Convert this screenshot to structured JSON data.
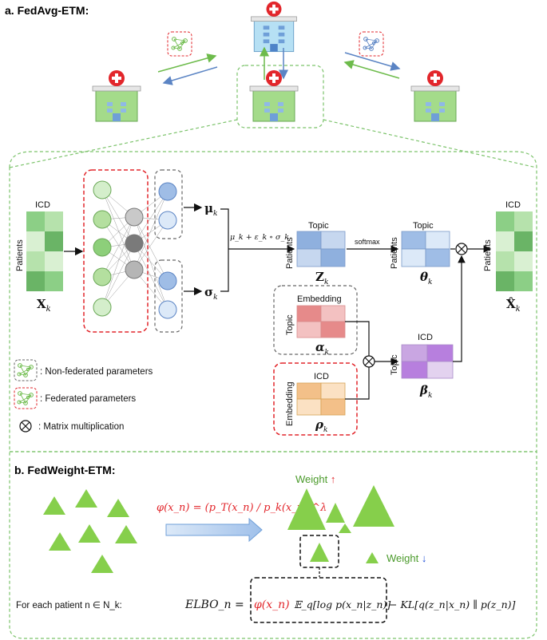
{
  "section_a": {
    "title": "a. FedAvg-ETM:"
  },
  "section_b": {
    "title": "b. FedWeight-ETM:"
  },
  "input_matrix": {
    "col_label": "ICD",
    "row_label": "Patients",
    "symbol": "X",
    "sub": "k"
  },
  "encoder_out": {
    "mu": "μ",
    "sigma": "σ",
    "sub": "k"
  },
  "reparam": "μ_k + ε_k ∘ σ_k",
  "z_matrix": {
    "col_label": "Topic",
    "row_label": "Patients",
    "symbol": "Z",
    "sub": "k"
  },
  "softmax_label": "softmax",
  "theta_matrix": {
    "col_label": "Topic",
    "row_label": "Patients",
    "symbol": "θ",
    "sub": "k"
  },
  "output_matrix": {
    "col_label": "ICD",
    "row_label": "Patients",
    "symbol": "X̂",
    "sub": "k"
  },
  "alpha_matrix": {
    "col_label": "Embedding",
    "row_label": "Topic",
    "symbol": "α",
    "sub": "k"
  },
  "rho_matrix": {
    "col_label": "ICD",
    "row_label": "Embedding",
    "symbol": "ρ",
    "sub": "k"
  },
  "beta_matrix": {
    "col_label": "ICD",
    "row_label": "Topic",
    "symbol": "β",
    "sub": "k"
  },
  "legend": {
    "non_federated": ": Non-federated parameters",
    "federated": ": Federated parameters",
    "matmul": ": Matrix multiplication"
  },
  "weight_formula": "φ(x_n) = (p_T(x_n) / p_k(x_n))^λ",
  "weight_up": "Weight",
  "weight_down": "Weight",
  "patient_line": "For each patient n ∈ N_k:",
  "elbo": {
    "lhs": "ELBO_n =",
    "weight": "φ(x_n)",
    "expect": "𝔼_q[log p(x_n|z_n)]",
    "kl": "− KL[q(z_n|x_n) ∥ p(z_n)]"
  },
  "colors": {
    "green_dash": "#7cc36b",
    "red_dash": "#e2262b",
    "arrow_green": "#6dbb4b",
    "arrow_blue": "#5b84c4",
    "triangle": "#86cf4b"
  }
}
